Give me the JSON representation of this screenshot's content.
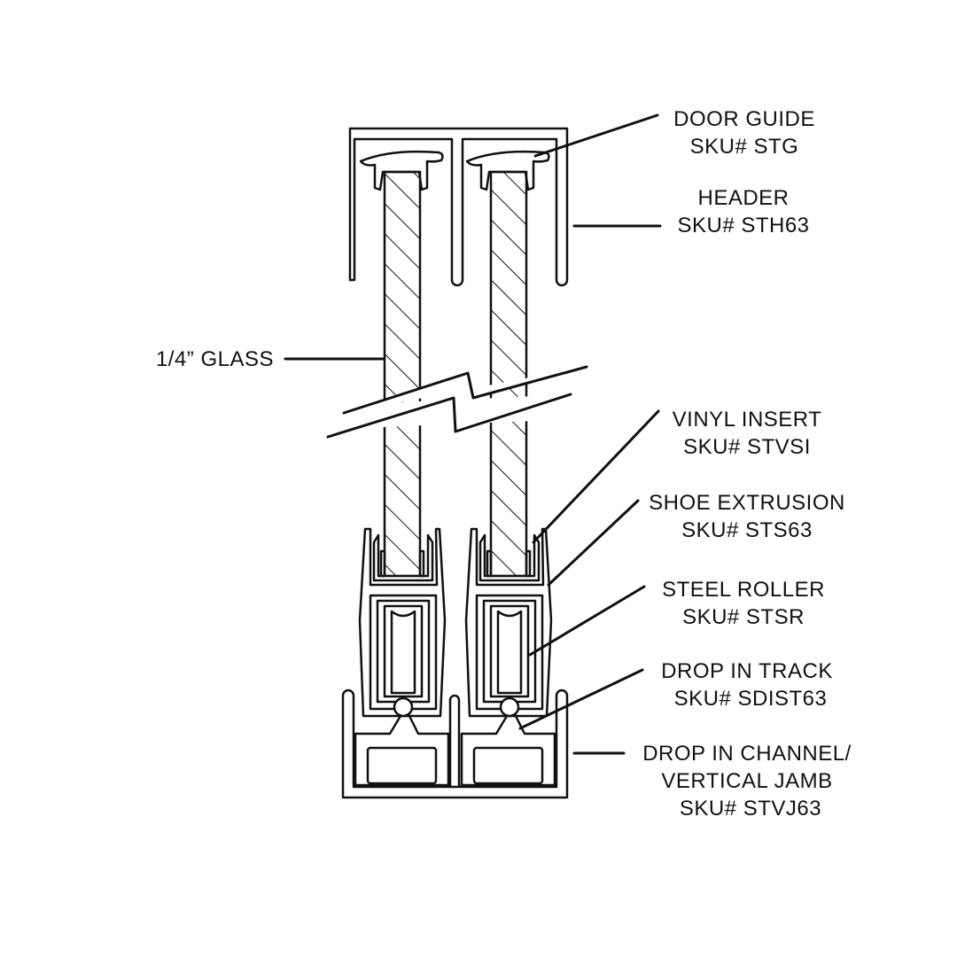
{
  "callouts": {
    "door_guide": [
      "DOOR GUIDE",
      "SKU# STG"
    ],
    "header": [
      "HEADER",
      "SKU# STH63"
    ],
    "glass": [
      "1/4” GLASS"
    ],
    "vinyl_insert": [
      "VINYL INSERT",
      "SKU# STVSI"
    ],
    "shoe_extrusion": [
      "SHOE EXTRUSION",
      "SKU# STS63"
    ],
    "steel_roller": [
      "STEEL ROLLER",
      "SKU# STSR"
    ],
    "drop_in_track": [
      "DROP IN TRACK",
      "SKU# SDIST63"
    ],
    "drop_in_channel": [
      "DROP IN CHANNEL/",
      "VERTICAL JAMB",
      "SKU# STVJ63"
    ]
  }
}
